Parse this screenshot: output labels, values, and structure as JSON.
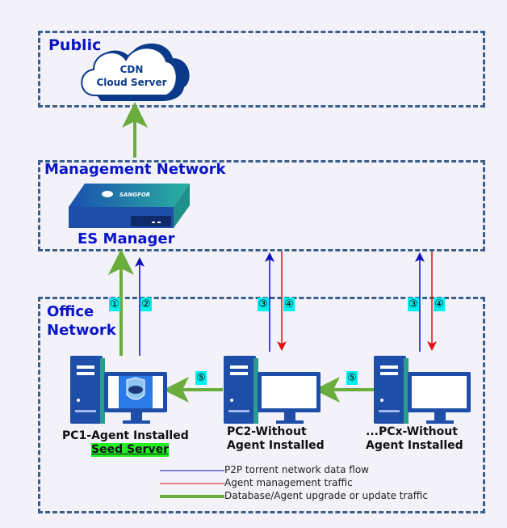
{
  "zones": {
    "public": {
      "title": "Public"
    },
    "management": {
      "title": "Management Network"
    },
    "office": {
      "title_line1": "Office",
      "title_line2": "Network"
    }
  },
  "cloud": {
    "line1": "CDN",
    "line2": "Cloud Server",
    "icon": "cloud-icon"
  },
  "es_manager": {
    "label": "ES Manager",
    "brand": "SANGFOR",
    "icon": "appliance-icon"
  },
  "pcs": [
    {
      "line1": "PC1-Agent Installed",
      "line2": "Seed Server",
      "icon": "computer-icon",
      "agent": true
    },
    {
      "line1": "PC2-Without",
      "line2": "Agent Installed",
      "icon": "computer-icon",
      "agent": false
    },
    {
      "line1": "...PCx-Without",
      "line2": "Agent Installed",
      "icon": "computer-icon",
      "agent": false
    }
  ],
  "badges": [
    "①",
    "②",
    "③",
    "④",
    "③",
    "④",
    "⑤",
    "⑤"
  ],
  "legend": [
    {
      "label": "P2P torrent network data flow",
      "color": "#1010c0"
    },
    {
      "label": "Agent management traffic",
      "color": "#e01010"
    },
    {
      "label": "Database/Agent upgrade or update traffic",
      "color": "#6aad3c"
    }
  ],
  "colors": {
    "p2p": "#1010c0",
    "agent": "#e01010",
    "update": "#6aad3c",
    "zone_border": "#3b5f8c",
    "title": "#0a14c8",
    "badge": "#00f0f0"
  }
}
